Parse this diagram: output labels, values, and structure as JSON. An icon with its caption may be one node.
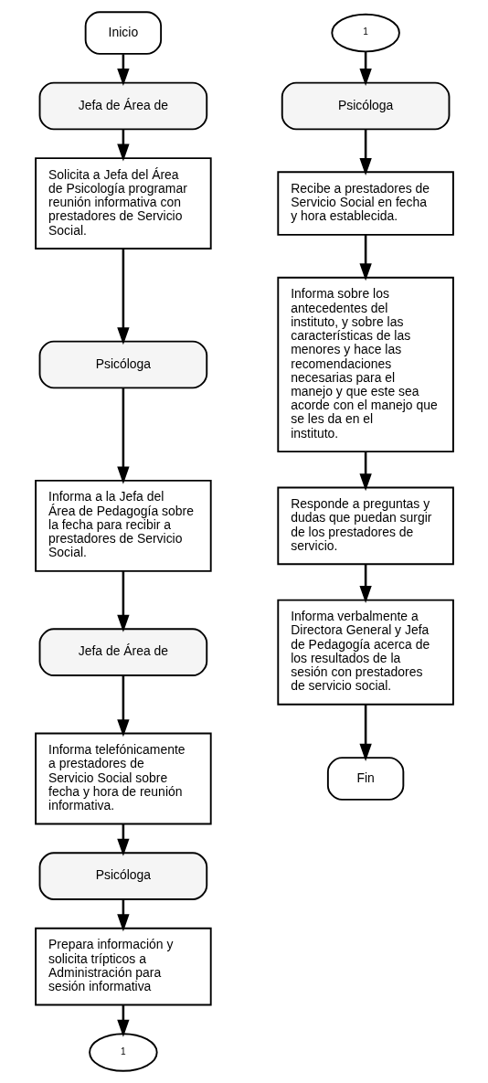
{
  "diagram": {
    "nodes": [
      {
        "text": [
          "Inicio"
        ]
      },
      {
        "text": [
          "Jefa de Área de"
        ]
      },
      {
        "text": [
          "Solicita a Jefa del Área de Psicología programar reunión informativa con prestadores de Servicio Social."
        ]
      },
      {
        "text": [
          "Psicóloga"
        ]
      },
      {
        "text": [
          "Informa a la Jefa del Área de Pedagogía sobre la fecha para recibir a prestadores de Servicio Social."
        ]
      },
      {
        "text": [
          "Jefa de Área de"
        ]
      },
      {
        "text": [
          "Informa telefónicamente a prestadores de Servicio Social sobre fecha y hora de reunión informativa."
        ]
      },
      {
        "text": [
          "Psicóloga"
        ]
      },
      {
        "text": [
          "Prepara información y solicita trípticos a Administración para sesión informativa"
        ]
      },
      {
        "text": [
          "1"
        ]
      },
      {
        "text": [
          "1"
        ]
      },
      {
        "text": [
          "Psicóloga"
        ]
      },
      {
        "text": [
          "Recibe a prestadores de Servicio Social en fecha y hora establecida."
        ]
      },
      {
        "text": [
          "Informa sobre los antecedentes del instituto, y sobre las características de las menores y hace las recomendaciones necesarias para el manejo y que este sea acorde con el manejo que se les da en el instituto."
        ]
      },
      {
        "text": [
          "Responde a preguntas y dudas que puedan surgir de los prestadores de servicio."
        ]
      },
      {
        "text": [
          "Informa verbalmente a Directora General y Jefa de Pedagogía acerca de los resultados de la sesión con prestadores de servicio social."
        ]
      },
      {
        "text": [
          "Fin"
        ]
      }
    ],
    "edges": [
      {
        "from": 0,
        "to": 1,
        "arrow": "to"
      },
      {
        "from": 1,
        "to": 2,
        "arrow": "to"
      },
      {
        "from": 2,
        "to": 3,
        "arrow": "to"
      },
      {
        "from": 3,
        "to": 4,
        "arrow": "to"
      },
      {
        "from": 4,
        "to": 5,
        "arrow": "to"
      },
      {
        "from": 5,
        "to": 6,
        "arrow": "to"
      },
      {
        "from": 6,
        "to": 7,
        "arrow": "to"
      },
      {
        "from": 7,
        "to": 8,
        "arrow": "to"
      },
      {
        "from": 8,
        "to": 9,
        "arrow": "to"
      },
      {
        "from": 10,
        "to": 11,
        "arrow": "to"
      },
      {
        "from": 11,
        "to": 12,
        "arrow": "to"
      },
      {
        "from": 12,
        "to": 13,
        "arrow": "to"
      },
      {
        "from": 13,
        "to": 14,
        "arrow": "to"
      },
      {
        "from": 14,
        "to": 15,
        "arrow": "to"
      },
      {
        "from": 15,
        "to": 16,
        "arrow": "to"
      }
    ]
  }
}
